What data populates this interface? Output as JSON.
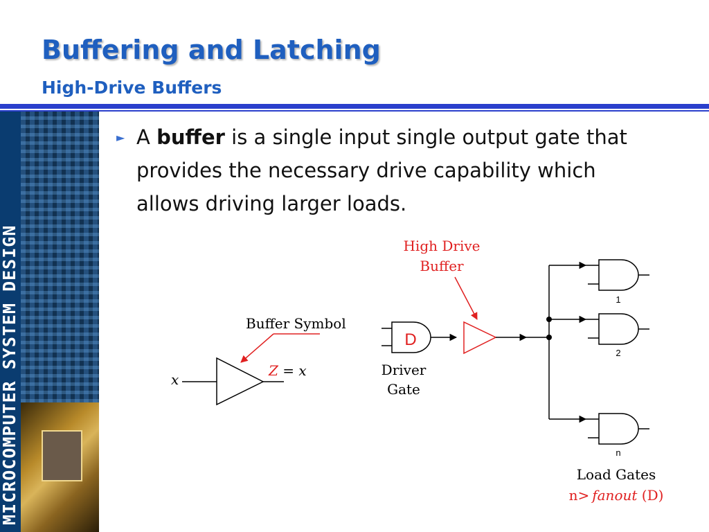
{
  "slide": {
    "title": "Buffering and Latching",
    "subtitle": "High-Drive Buffers"
  },
  "sidebar": {
    "vertical_text": "MICROCOMPUTER SYSTEM DESIGN"
  },
  "bullet": {
    "text_before": "A ",
    "bold_term": "buffer",
    "text_after": " is a single input single output gate that provides the necessary drive capability which allows driving larger loads."
  },
  "buffer_symbol": {
    "caption": "Buffer Symbol",
    "input_label": "x",
    "output_label_var": "Z",
    "output_label_rest": " = x"
  },
  "high_drive": {
    "caption_line1": "High Drive",
    "caption_line2": "Buffer",
    "driver_gate_letter": "D",
    "driver_caption_line1": "Driver",
    "driver_caption_line2": "Gate",
    "load_gate_labels": [
      "1",
      "2",
      "n"
    ],
    "load_caption": "Load Gates",
    "fanout_n": "n>",
    "fanout_word": "fanout",
    "fanout_rest": " (D)"
  },
  "colors": {
    "title_blue": "#1f5fbf",
    "rule_blue": "#2a3fcc",
    "annotation_red": "#e02020",
    "line_black": "#000000"
  }
}
